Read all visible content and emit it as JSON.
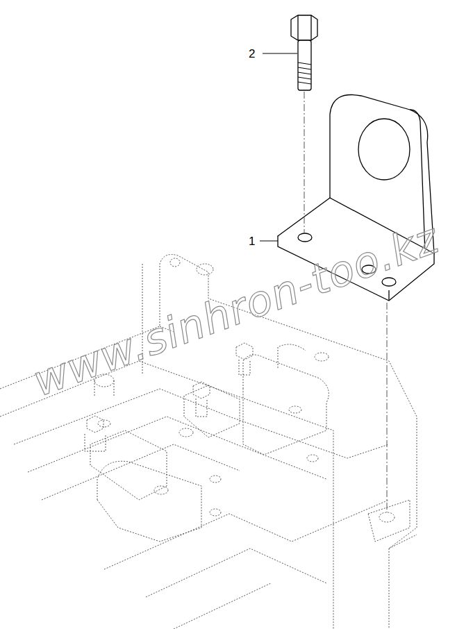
{
  "diagram": {
    "labels": [
      "2",
      "1",
      "www.sinhron-too.kz"
    ]
  }
}
